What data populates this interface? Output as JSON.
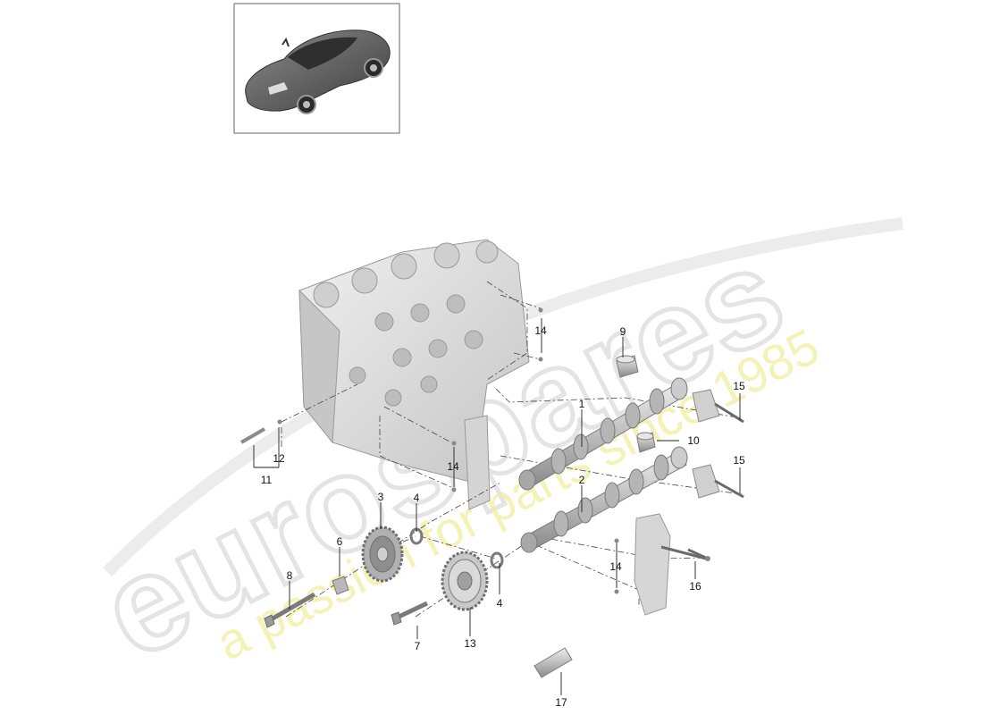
{
  "watermark": {
    "brand": "eurospares",
    "tagline": "a passion for parts since 1985"
  },
  "callouts": {
    "c1": "1",
    "c2": "2",
    "c3": "3",
    "c4a": "4",
    "c4b": "4",
    "c6": "6",
    "c7": "7",
    "c8": "8",
    "c9": "9",
    "c10": "10",
    "c11": "11",
    "c12": "12",
    "c13": "13",
    "c14a": "14",
    "c14b": "14",
    "c14c": "14",
    "c15a": "15",
    "c15b": "15",
    "c16": "16",
    "c17": "17"
  },
  "colors": {
    "part_fill": "#c9c9c9",
    "part_dark": "#8e8e8e",
    "block_fill": "#d8d8d8",
    "car_body": "#5c5c5c"
  }
}
